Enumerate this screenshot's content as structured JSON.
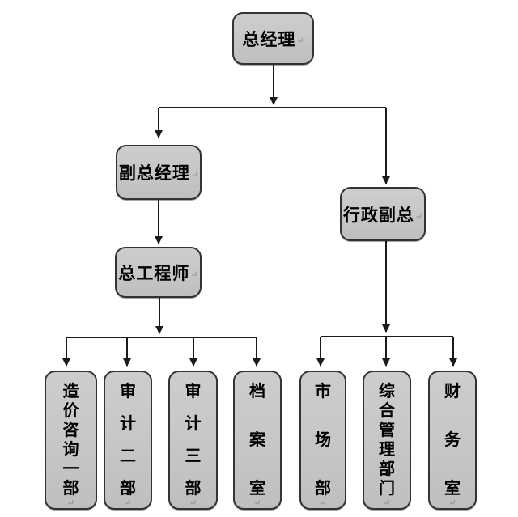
{
  "diagram": {
    "type": "org-chart",
    "return_mark": "↵",
    "colors": {
      "background": "#ffffff",
      "box_fill": "#c6c6c6",
      "box_border": "#333333",
      "connector_line": "#1a1a1a",
      "format_mark": "#8f8f8f",
      "text": "#000000"
    },
    "nodes": [
      {
        "id": "general-manager",
        "label": "总经理",
        "parent": null,
        "orientation": "horizontal"
      },
      {
        "id": "deputy-general-manager",
        "label": "副总经理",
        "parent": "general-manager",
        "orientation": "horizontal"
      },
      {
        "id": "admin-vice-president",
        "label": "行政副总",
        "parent": "general-manager",
        "orientation": "horizontal"
      },
      {
        "id": "chief-engineer",
        "label": "总工程师",
        "parent": "deputy-general-manager",
        "orientation": "horizontal"
      },
      {
        "id": "cost-consulting-dept-1",
        "label": "造价咨询一部",
        "parent": "chief-engineer",
        "orientation": "vertical"
      },
      {
        "id": "audit-dept-2",
        "label": "审计二部",
        "parent": "chief-engineer",
        "orientation": "vertical"
      },
      {
        "id": "audit-dept-3",
        "label": "审计三部",
        "parent": "chief-engineer",
        "orientation": "vertical"
      },
      {
        "id": "archives-room",
        "label": "档案室",
        "parent": "chief-engineer",
        "orientation": "vertical"
      },
      {
        "id": "market-dept",
        "label": "市场部",
        "parent": "admin-vice-president",
        "orientation": "vertical"
      },
      {
        "id": "general-management-dept",
        "label": "综合管理部门",
        "parent": "admin-vice-president",
        "orientation": "vertical"
      },
      {
        "id": "finance-room",
        "label": "财务室",
        "parent": "admin-vice-president",
        "orientation": "vertical"
      }
    ]
  }
}
